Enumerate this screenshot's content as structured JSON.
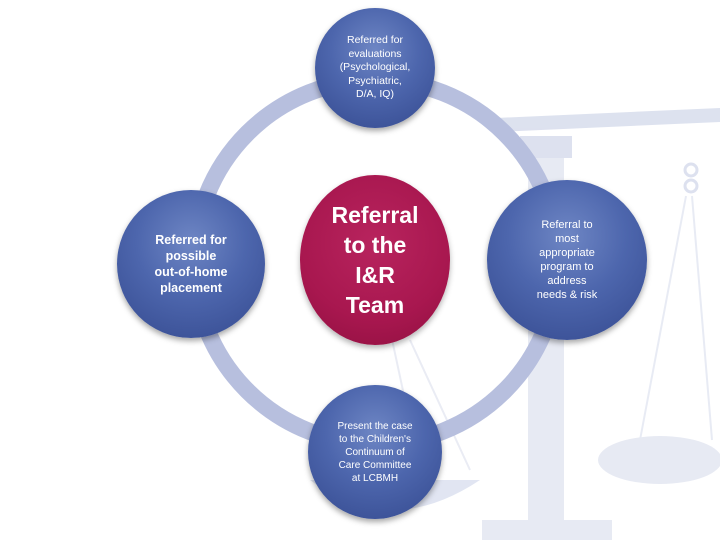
{
  "diagram": {
    "center": {
      "text": "Referral\nto the\nI&R\nTeam",
      "color": "#a8174f"
    },
    "nodes": {
      "top": "Referred for\nevaluations\n(Psychological,\nPsychiatric,\nD/A, IQ)",
      "left": "Referred for\npossible\nout-of-home\nplacement",
      "right": "Referral to\nmost\nappropriate\nprogram to\naddress\nneeds & risk",
      "bottom": "Present the case\nto the Children's\nContinuum of\nCare Committee\nat LCBMH"
    },
    "node_color": "#4d66ad",
    "ring_color": "#b7bfde"
  }
}
